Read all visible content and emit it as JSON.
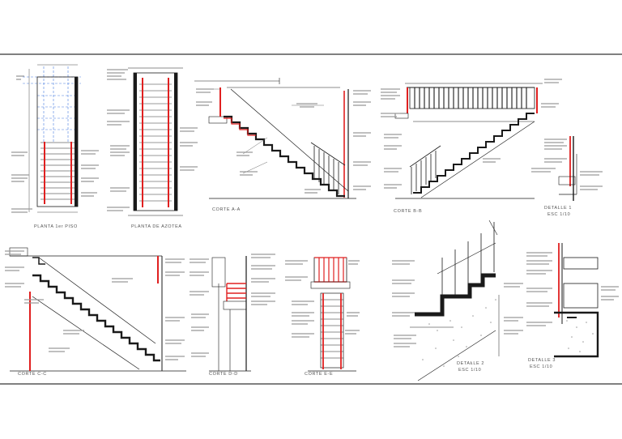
{
  "sheet": {
    "background": "#ffffff",
    "frame_color": "#000000",
    "line_color": "#1a1a1a",
    "handrail_color": "#e02020",
    "axis_color": "#4a7fe0",
    "hatch_color": "#8a8a8a"
  },
  "views": [
    {
      "id": "planta-primer-piso",
      "caption": "PLANTA 1er PISO"
    },
    {
      "id": "planta-de-azotea",
      "caption": "PLANTA DE AZOTEA"
    },
    {
      "id": "corte-a-a",
      "caption": "CORTE A-A"
    },
    {
      "id": "corte-b-b",
      "caption": "CORTE B-B"
    },
    {
      "id": "detalle-1",
      "caption": "DETALLE 1",
      "scale": "ESC 1/10"
    },
    {
      "id": "corte-c-c",
      "caption": "CORTE C-C"
    },
    {
      "id": "corte-d-d",
      "caption": "CORTE D-D"
    },
    {
      "id": "corte-e-e",
      "caption": "CORTE E-E"
    },
    {
      "id": "detalle-2",
      "caption": "DETALLE 2",
      "scale": "ESC 1/10"
    },
    {
      "id": "detalle-3",
      "caption": "DETALLE 3",
      "scale": "ESC 1/10"
    }
  ]
}
